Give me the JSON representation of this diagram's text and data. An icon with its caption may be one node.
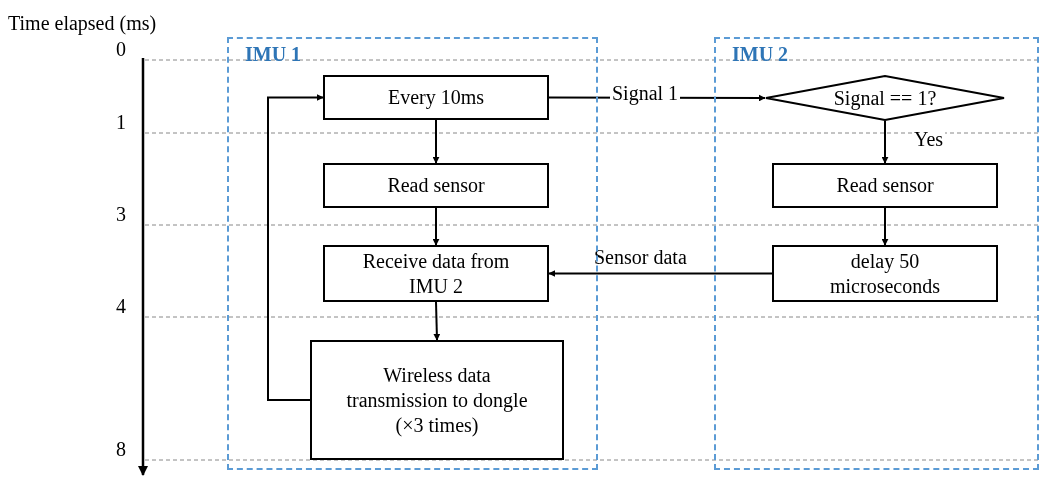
{
  "diagram": {
    "nodes": [
      {
        "text": [
          "IMU 1"
        ]
      },
      {
        "text": [
          "Every 10ms"
        ],
        "in": 0
      },
      {
        "text": [
          "Read sensor"
        ],
        "in": 0
      },
      {
        "text": [
          "Receive data from IMU 2"
        ],
        "in": 0
      },
      {
        "text": [
          "Wireless data transmission to dongle (×3 times)"
        ],
        "in": 0
      },
      {
        "text": [
          "IMU 2"
        ]
      },
      {
        "text": [
          "Signal == 1?"
        ],
        "in": 5
      },
      {
        "text": [
          "Read sensor"
        ],
        "in": 5
      },
      {
        "text": [
          "delay 50 microseconds"
        ],
        "in": 5
      }
    ],
    "edges": [
      {
        "from": 1,
        "to": 2,
        "arrow": "to"
      },
      {
        "from": 2,
        "to": 3,
        "arrow": "to"
      },
      {
        "from": 3,
        "to": 4,
        "arrow": "to"
      },
      {
        "from": 4,
        "to": 1,
        "arrow": "to"
      },
      {
        "from": 1,
        "to": 6,
        "arrow": "to",
        "label": "Signal 1"
      },
      {
        "from": 6,
        "to": 7,
        "arrow": "to",
        "label": "Yes"
      },
      {
        "from": 7,
        "to": 8,
        "arrow": "to"
      },
      {
        "from": 8,
        "to": 3,
        "arrow": "to",
        "label": "Sensor data"
      }
    ],
    "labels": [
      "Time elapsed (ms)",
      "0",
      "1",
      "3",
      "4",
      "8"
    ]
  }
}
